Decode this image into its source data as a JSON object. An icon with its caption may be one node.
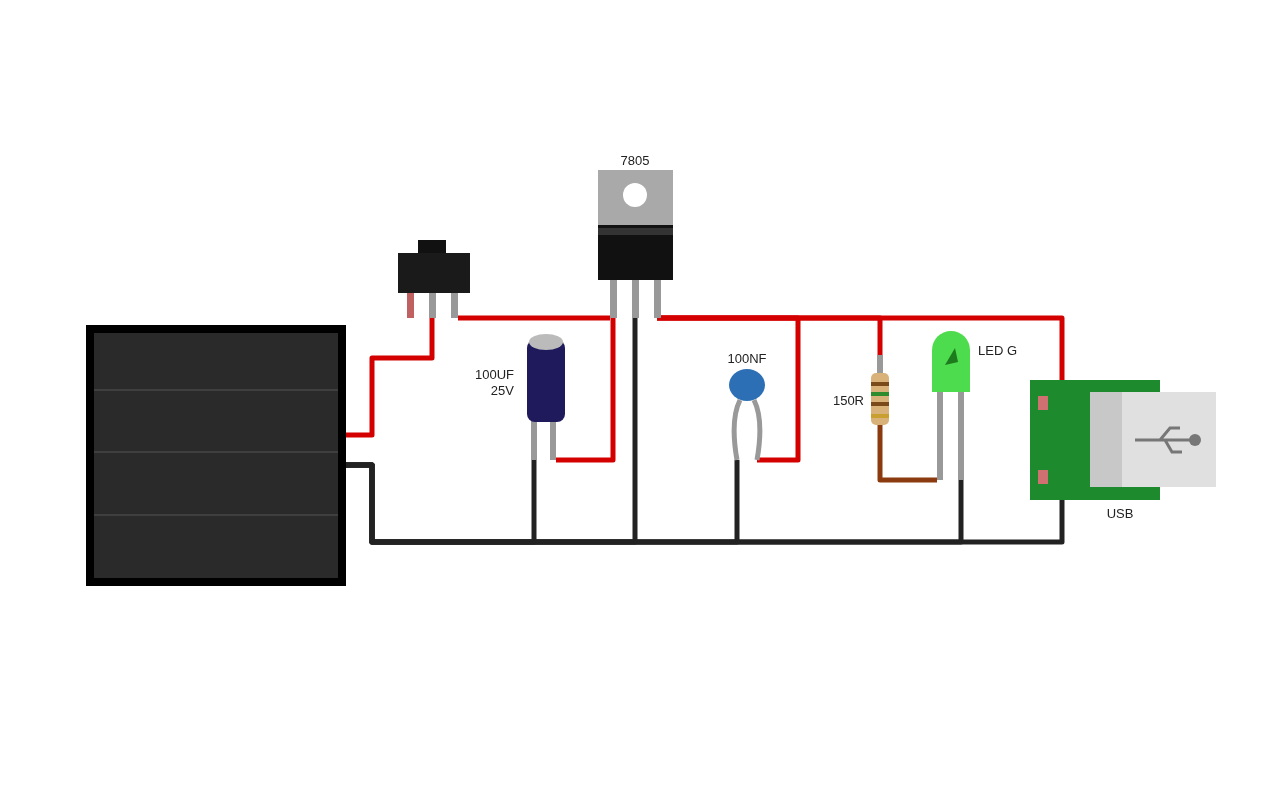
{
  "diagram": {
    "nodes": [
      {
        "text": [],
        "shape": "picture"
      },
      {
        "text": [],
        "shape": "box"
      },
      {
        "text": [
          "7805"
        ]
      },
      {
        "text": [
          "100UF 25V"
        ]
      },
      {
        "text": [
          "100NF"
        ]
      },
      {
        "text": [
          "150R"
        ]
      },
      {
        "text": [
          "LED G"
        ]
      },
      {
        "text": [
          "USB"
        ]
      }
    ],
    "edges": [
      {
        "from": 0,
        "to": 1,
        "arrow": "none"
      },
      {
        "from": 1,
        "to": 2,
        "arrow": "none"
      },
      {
        "from": 2,
        "to": 3,
        "arrow": "none"
      },
      {
        "from": 2,
        "to": 4,
        "arrow": "none"
      },
      {
        "from": 2,
        "to": 5,
        "arrow": "none"
      },
      {
        "from": 2,
        "to": 7,
        "arrow": "none"
      },
      {
        "from": 5,
        "to": 6,
        "arrow": "none",
        "color": "#8b3a0f"
      },
      {
        "from": 0,
        "to": 7,
        "arrow": "none",
        "color": "#222222"
      },
      {
        "from": 0,
        "to": 3,
        "arrow": "none",
        "color": "#222222"
      },
      {
        "from": 0,
        "to": 2,
        "arrow": "none",
        "color": "#222222"
      },
      {
        "from": 0,
        "to": 4,
        "arrow": "none",
        "color": "#222222"
      },
      {
        "from": 0,
        "to": 6,
        "arrow": "none",
        "color": "#222222"
      }
    ]
  }
}
